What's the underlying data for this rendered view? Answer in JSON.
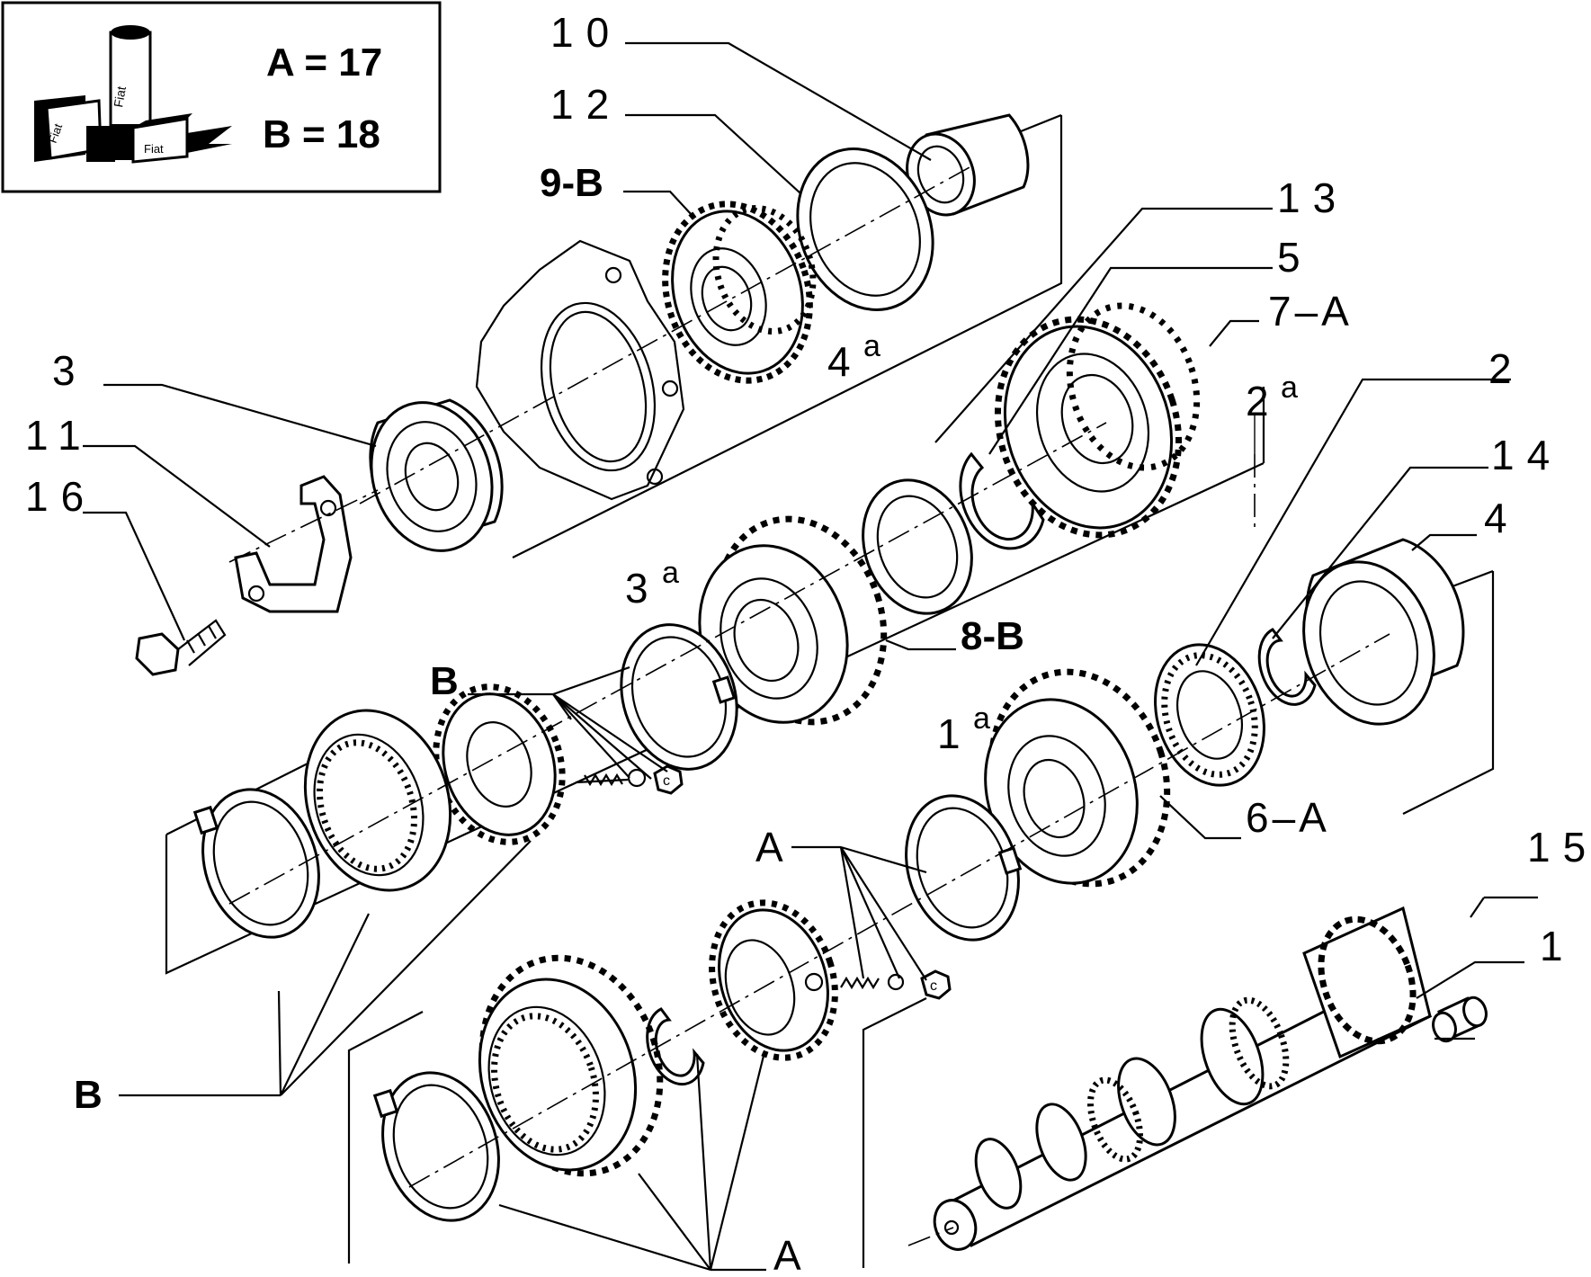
{
  "legend": {
    "line_a": "A = 17",
    "line_b": "B = 18",
    "tube_text": "Fiat",
    "can_text_1": "Fiat",
    "can_text_2": "Fiat"
  },
  "labels": {
    "p10": "10",
    "p12": "12",
    "p9b": "9-B",
    "p13": "13",
    "p5": "5",
    "p7a": "7–A",
    "p4a_num": "4",
    "p4a_sup": "a",
    "p2a_num": "2",
    "p2a_sup": "a",
    "p2": "2",
    "p14": "14",
    "p4": "4",
    "p3": "3",
    "p11": "11",
    "p16": "16",
    "p3a_num": "3",
    "p3a_sup": "a",
    "p8b": "8-B",
    "pB_mid": "B",
    "p1a_num": "1",
    "p1a_sup": "a",
    "p6a": "6–A",
    "pA_mid": "A",
    "p15": "15",
    "p1": "1",
    "pB_low": "B",
    "pA_low": "A"
  },
  "colors": {
    "ink": "#000000",
    "paper": "#ffffff"
  }
}
